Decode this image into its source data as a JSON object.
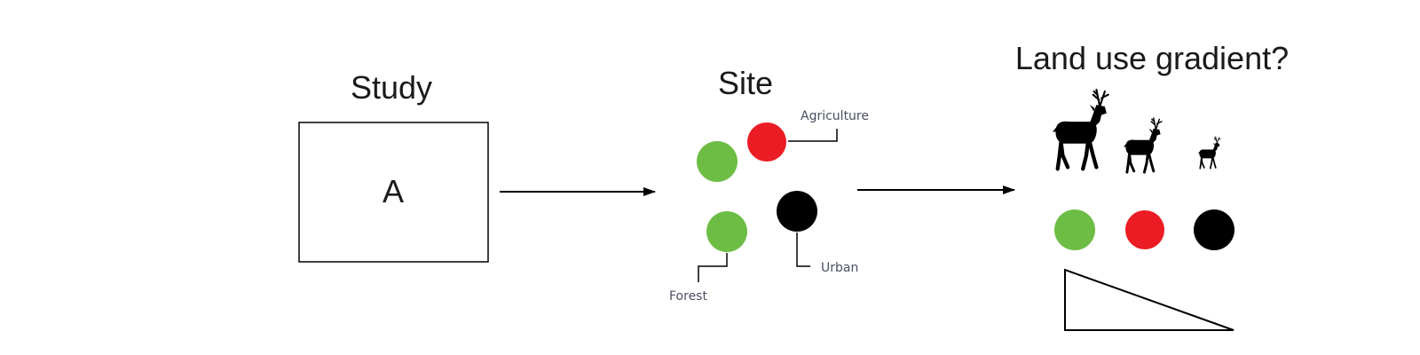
{
  "study": {
    "title": "Study",
    "box_label": "A"
  },
  "site": {
    "title": "Site",
    "labels": {
      "agriculture": "Agriculture",
      "urban": "Urban",
      "forest": "Forest"
    }
  },
  "gradient": {
    "title": "Land use gradient?"
  },
  "colors": {
    "forest": "#6dbd45",
    "agriculture": "#ec1c24",
    "urban": "#000000",
    "line": "#000000"
  },
  "icons": {
    "deer": "deer-silhouette-icon",
    "arrow": "arrow-right-icon",
    "wedge": "gradient-wedge-icon"
  }
}
